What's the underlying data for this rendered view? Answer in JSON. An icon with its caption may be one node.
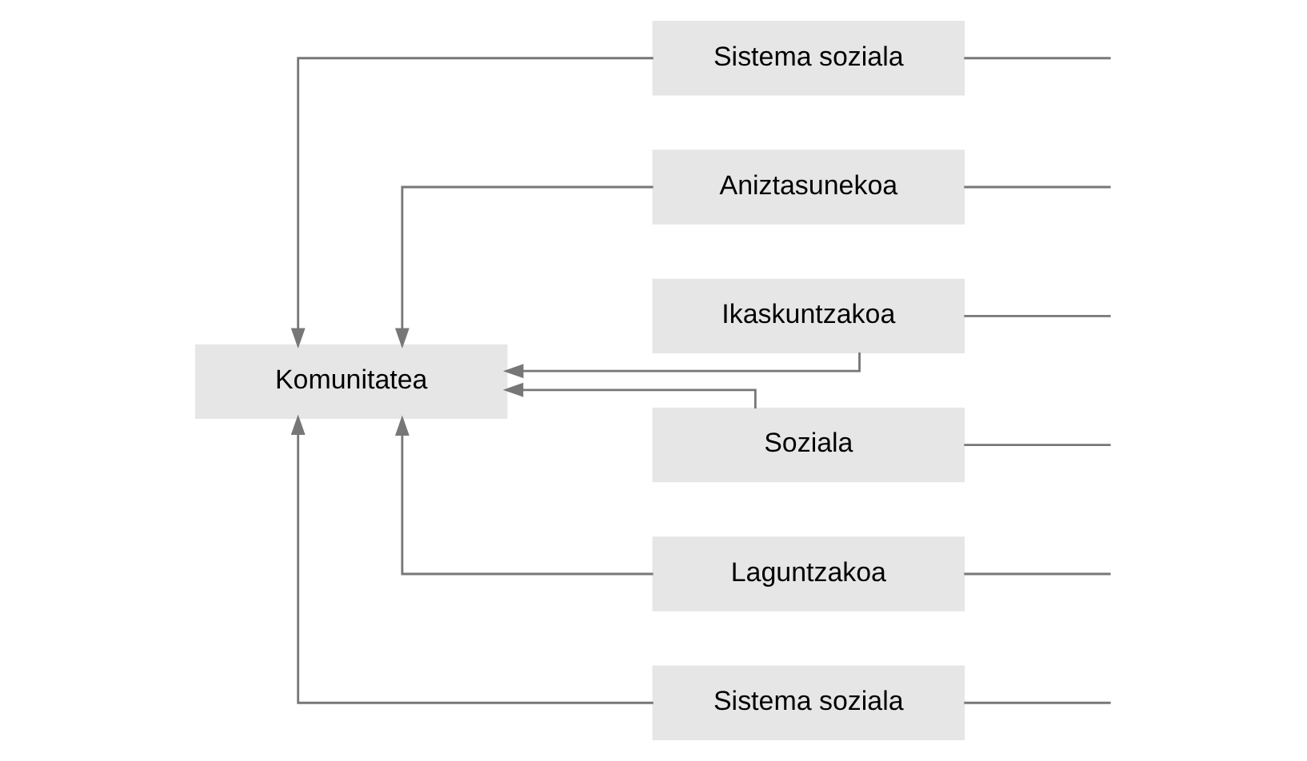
{
  "diagram": {
    "nodes": [
      {
        "text": [
          "Komunitatea"
        ]
      },
      {
        "text": [
          "Sistema soziala"
        ]
      },
      {
        "text": [
          "Aniztasunekoa"
        ]
      },
      {
        "text": [
          "Ikaskuntzakoa"
        ]
      },
      {
        "text": [
          "Soziala"
        ]
      },
      {
        "text": [
          "Laguntzakoa"
        ]
      },
      {
        "text": [
          "Sistema soziala"
        ]
      }
    ],
    "edges": [
      {
        "from": null,
        "to": 1,
        "arrow": "none"
      },
      {
        "from": 1,
        "to": 0,
        "arrow": "to"
      },
      {
        "from": null,
        "to": 2,
        "arrow": "none"
      },
      {
        "from": 2,
        "to": 0,
        "arrow": "to"
      },
      {
        "from": null,
        "to": 3,
        "arrow": "none"
      },
      {
        "from": 3,
        "to": 0,
        "arrow": "to"
      },
      {
        "from": null,
        "to": 4,
        "arrow": "none"
      },
      {
        "from": 4,
        "to": 0,
        "arrow": "to"
      },
      {
        "from": null,
        "to": 5,
        "arrow": "none"
      },
      {
        "from": 5,
        "to": 0,
        "arrow": "to"
      },
      {
        "from": null,
        "to": 6,
        "arrow": "none"
      },
      {
        "from": 6,
        "to": 0,
        "arrow": "to"
      }
    ]
  }
}
